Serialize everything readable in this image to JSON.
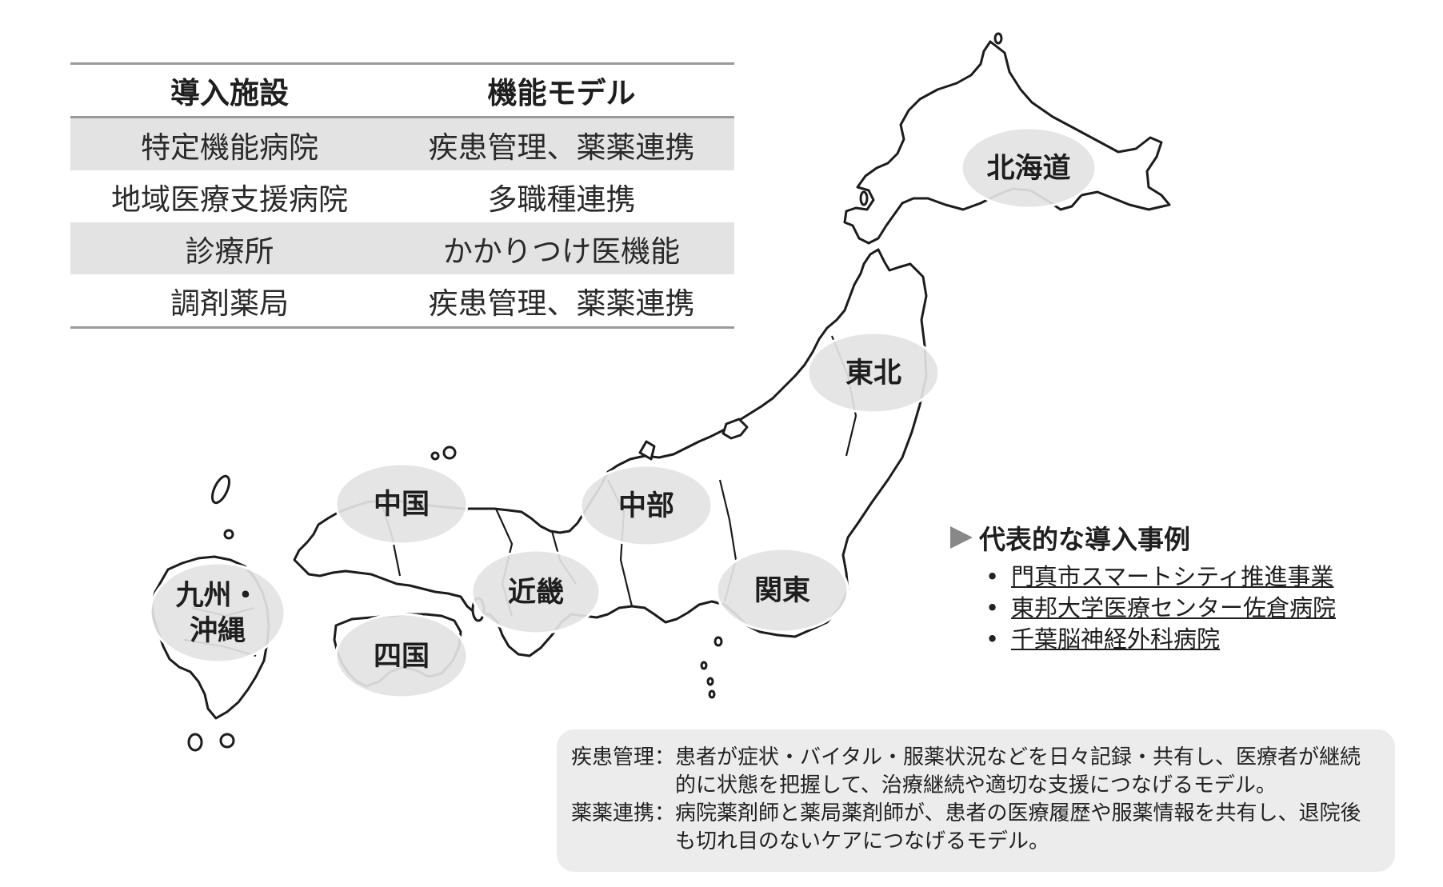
{
  "table": {
    "headers": [
      "導入施設",
      "機能モデル"
    ],
    "rows": [
      {
        "facility": "特定機能病院",
        "model": "疾患管理、薬薬連携"
      },
      {
        "facility": "地域医療支援病院",
        "model": "多職種連携"
      },
      {
        "facility": "診療所",
        "model": "かかりつけ医機能"
      },
      {
        "facility": "調剤薬局",
        "model": "疾患管理、薬薬連携"
      }
    ]
  },
  "map": {
    "regions": {
      "hokkaido": "北海道",
      "tohoku": "東北",
      "chubu": "中部",
      "kanto": "関東",
      "chugoku": "中国",
      "kinki": "近畿",
      "shikoku": "四国",
      "kyushu_line1": "九州・",
      "kyushu_line2": "沖縄"
    },
    "colors": {
      "region_fill": "#e3e3e3",
      "outline": "#1c1c1c",
      "region_border": "#ffffff"
    }
  },
  "cases": {
    "marker_icon": "triangle-right-icon",
    "title": "代表的な導入事例",
    "bullet": "•",
    "items": [
      "門真市スマートシティ推進事業",
      "東邦大学医療センター佐倉病院",
      "千葉脳神経外科病院"
    ]
  },
  "definitions": [
    {
      "term": "疾患管理：",
      "text": "患者が症状・バイタル・服薬状況などを日々記録・共有し、医療者が継続的に状態を把握して、治療継続や適切な支援につなげるモデル。"
    },
    {
      "term": "薬薬連携：",
      "text": "病院薬剤師と薬局薬剤師が、患者の医療履歴や服薬情報を共有し、退院後も切れ目のないケアにつなげるモデル。"
    }
  ]
}
